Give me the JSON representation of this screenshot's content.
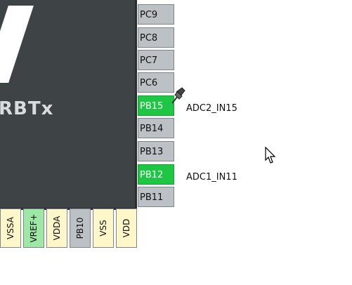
{
  "chip": {
    "name": "RBTx"
  },
  "right_pins": [
    {
      "label": "PC9",
      "state": "grey"
    },
    {
      "label": "PC8",
      "state": "grey"
    },
    {
      "label": "PC7",
      "state": "grey"
    },
    {
      "label": "PC6",
      "state": "grey"
    },
    {
      "label": "PB15",
      "state": "green"
    },
    {
      "label": "PB14",
      "state": "grey"
    },
    {
      "label": "PB13",
      "state": "grey"
    },
    {
      "label": "PB12",
      "state": "green"
    },
    {
      "label": "PB11",
      "state": "grey"
    }
  ],
  "bottom_pins": [
    {
      "label": "VSSA",
      "state": "yellow"
    },
    {
      "label": "VREF+",
      "state": "lgreen"
    },
    {
      "label": "VDDA",
      "state": "yellow"
    },
    {
      "label": "PB10",
      "state": "grey"
    },
    {
      "label": "VSS",
      "state": "yellow"
    },
    {
      "label": "VDD",
      "state": "yellow"
    }
  ],
  "pin_labels": {
    "pb15": "ADC2_IN15",
    "pb12": "ADC1_IN11"
  },
  "icons": {
    "pushpin": "pushpin-icon",
    "cursor": "mouse-cursor-icon"
  },
  "colors": {
    "assigned_pin": "#1ec743",
    "power_pin": "#fff7c9",
    "unassigned_pin": "#bcc1c5",
    "chip_body": "#3e4346"
  }
}
